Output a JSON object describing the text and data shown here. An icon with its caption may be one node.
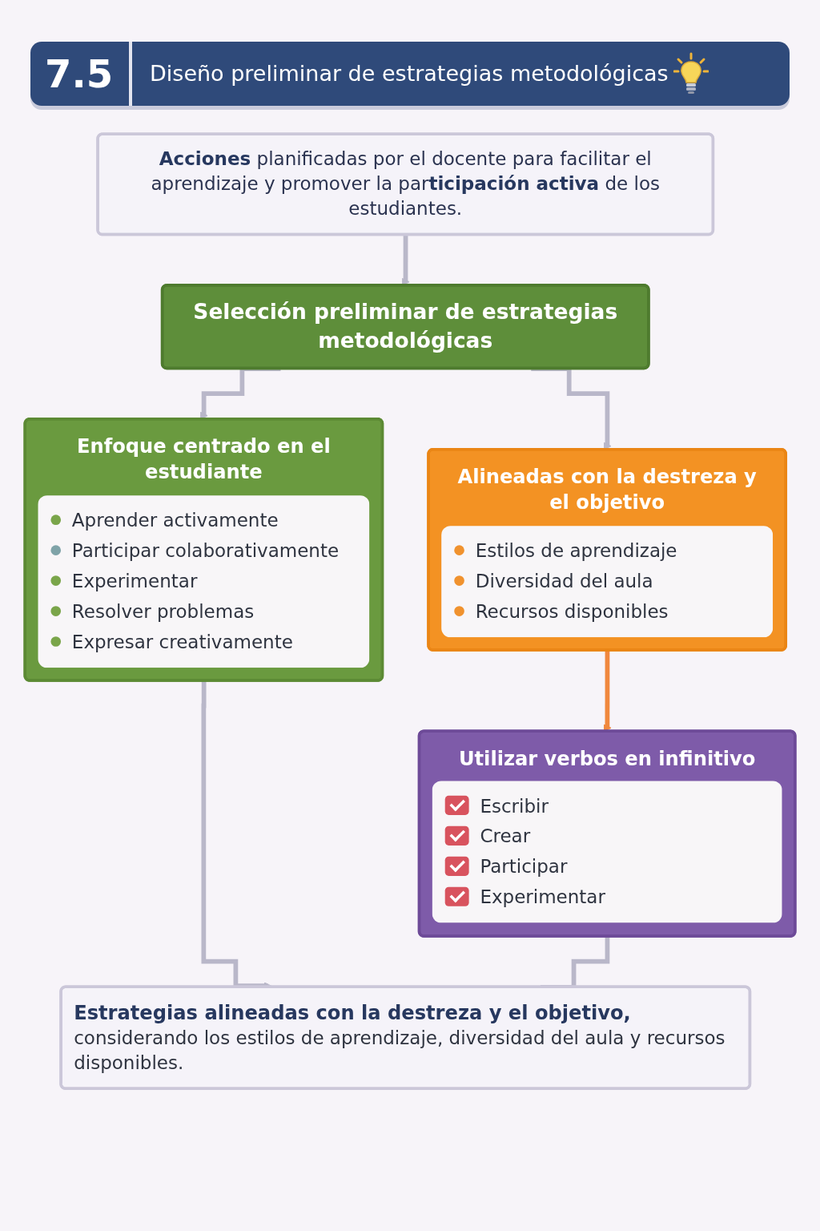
{
  "diagram": {
    "title": "Diseño preliminar de estrategias metodológicas",
    "labels": [
      "7.5"
    ],
    "nodes": [
      {
        "text": [
          "**Acciones** planificadas por el docente para facilitar el aprendizaje y promover la par**ticipación activa** de los estudiantes."
        ]
      },
      {
        "text": [
          "Selección preliminar de estrategias metodológicas"
        ]
      },
      {
        "text": [
          "Enfoque centrado en el estudiante",
          "Aprender activamente",
          "Participar colaborativamente",
          "Experimentar",
          "Resolver problemas",
          "Expresar creativamente"
        ]
      },
      {
        "text": [
          "Alineadas con la destreza y el objetivo",
          "Estilos de aprendizaje",
          "Diversidad del aula",
          "Recursos disponibles"
        ]
      },
      {
        "text": [
          "Utilizar verbos en infinitivo",
          "Escribir",
          "Crear",
          "Participar",
          "Experimentar"
        ]
      },
      {
        "text": [
          "Estrategias alineadas con la destreza y el objetivo,",
          "considerando los estilos de aprendizaje, diversidad del aula y recursos disponibles."
        ]
      }
    ],
    "edges": [
      {
        "from": 0,
        "to": 1,
        "arrow": "to"
      },
      {
        "from": 1,
        "to": 2,
        "arrow": "to"
      },
      {
        "from": 1,
        "to": 3,
        "arrow": "to"
      },
      {
        "from": 3,
        "to": 4,
        "arrow": "to",
        "color": "#f0883e"
      },
      {
        "from": 2,
        "to": 5,
        "arrow": "to"
      },
      {
        "from": 4,
        "to": 5,
        "arrow": "none"
      }
    ]
  }
}
